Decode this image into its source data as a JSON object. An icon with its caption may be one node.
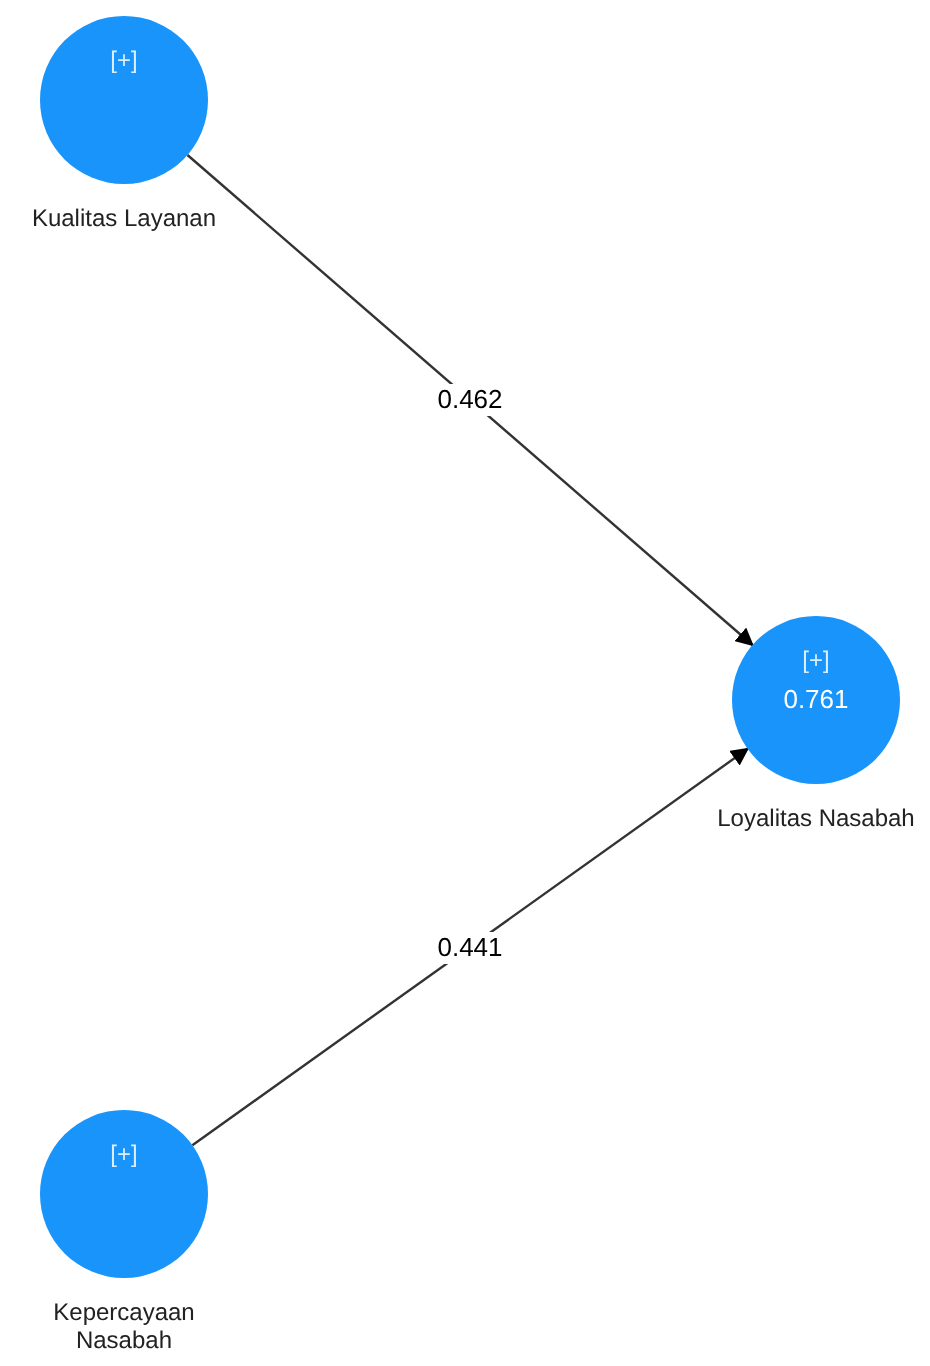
{
  "diagram": {
    "nodes": [
      {
        "text": [
          "[+]"
        ],
        "beside": [
          "Kualitas Layanan"
        ]
      },
      {
        "text": [
          "[+]",
          "0.761"
        ],
        "beside": [
          "Loyalitas Nasabah"
        ]
      },
      {
        "text": [
          "[+]"
        ],
        "beside": [
          "Kepercayaan Nasabah"
        ]
      }
    ],
    "edges": [
      {
        "from": 0,
        "to": 1,
        "arrow": "to",
        "label": "0.462"
      },
      {
        "from": 2,
        "to": 1,
        "arrow": "to",
        "label": "0.441"
      }
    ]
  }
}
